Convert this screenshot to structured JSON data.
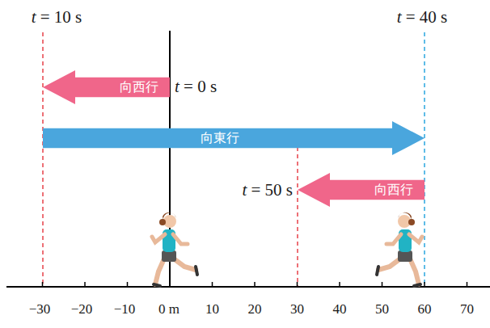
{
  "diagram": {
    "nodes": [
      {
        "text": [
          "向西行"
        ]
      },
      {
        "text": [
          "向東行"
        ]
      },
      {
        "text": [
          "向西行"
        ]
      }
    ],
    "labels": [
      "t = 10 s",
      "t = 40 s",
      "t = 0 s",
      "t = 50 s",
      "−30",
      "−20",
      "−10",
      "0 m",
      "10",
      "20",
      "30",
      "40",
      "50",
      "60",
      "70"
    ]
  }
}
